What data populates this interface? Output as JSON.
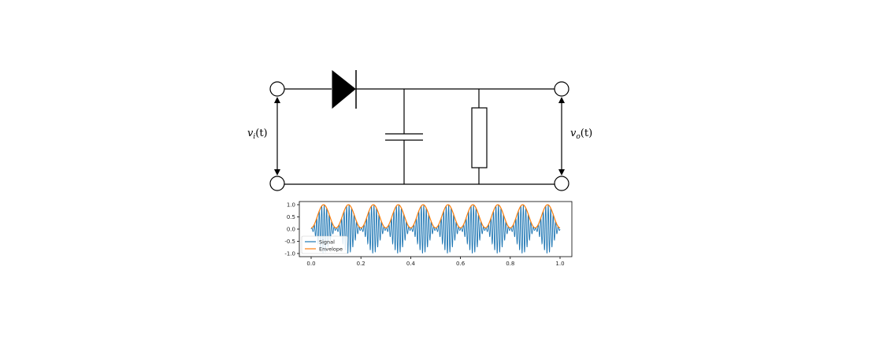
{
  "circuit": {
    "input_label": "v_i(t)",
    "input_label_parts": {
      "base": "v",
      "sub": "i",
      "arg": "(t)"
    },
    "output_label": "v_o(t)",
    "output_label_parts": {
      "base": "v",
      "sub": "o",
      "arg": "(t)"
    },
    "components": [
      "diode",
      "capacitor",
      "resistor"
    ]
  },
  "chart_data": {
    "type": "line",
    "title": "",
    "xlabel": "",
    "ylabel": "",
    "xlim": [
      0.0,
      1.0
    ],
    "ylim": [
      -1.0,
      1.0
    ],
    "x_ticks": [
      "0.0",
      "0.2",
      "0.4",
      "0.6",
      "0.8",
      "1.0"
    ],
    "y_ticks": [
      "1.0",
      "0.5",
      "0.0",
      "-0.5",
      "-1.0"
    ],
    "legend_position": "lower-left",
    "grid": false,
    "series": [
      {
        "name": "Signal",
        "color": "#1f77b4",
        "description_values": {
          "carrier_cycles": 100,
          "modulation_cycles": 10,
          "envelope_min": 0.05,
          "envelope_max": 1.0
        }
      },
      {
        "name": "Envelope",
        "color": "#ff7f0e",
        "description_values": {
          "modulation_cycles": 10,
          "min": 0.05,
          "max": 1.0
        }
      }
    ]
  }
}
